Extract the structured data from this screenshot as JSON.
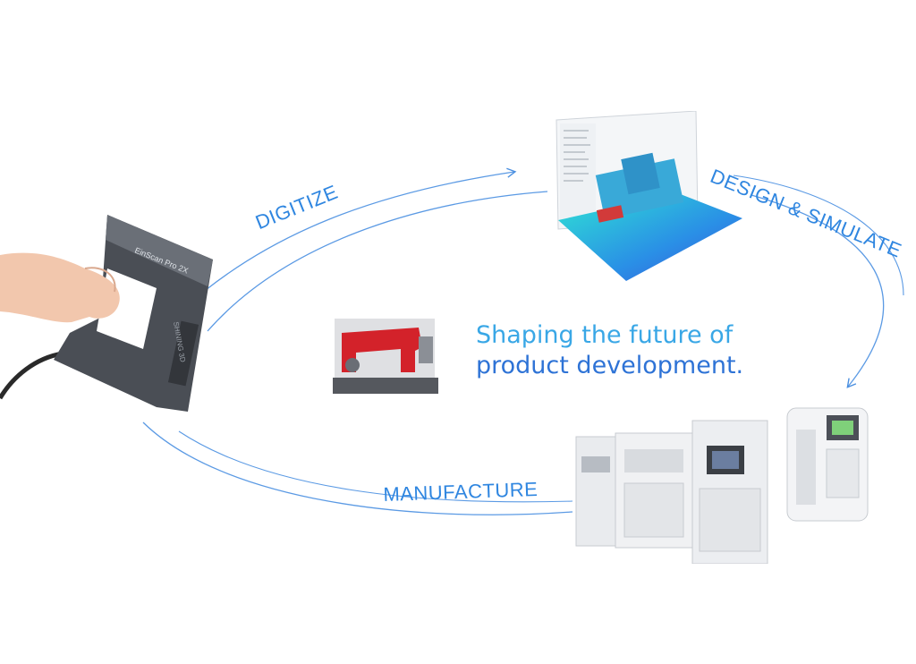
{
  "steps": {
    "digitize": "DIGITIZE",
    "design": "DESIGN & SIMULATE",
    "manufacture": "MANUFACTURE"
  },
  "tagline": {
    "line1": "Shaping the future of",
    "line2": "product development."
  },
  "scanner": {
    "model": "EinScan Pro 2X",
    "brand": "SHINING 3D"
  },
  "colors": {
    "accent_blue": "#2f86e0",
    "tagline_light": "#39a7e6",
    "tagline_dark": "#2e73d6"
  }
}
